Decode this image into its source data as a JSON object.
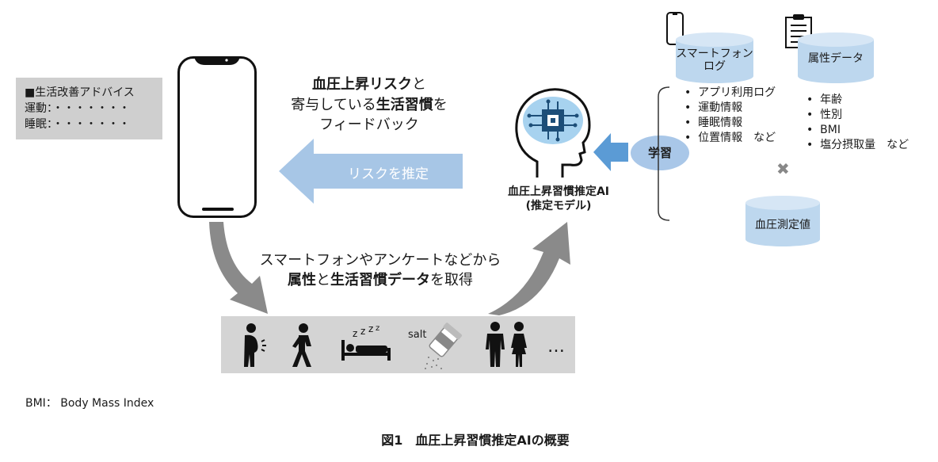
{
  "advice": {
    "title": "■生活改善アドバイス",
    "exercise": "運動：・・・・・・・",
    "sleep": "睡眠：・・・・・・・"
  },
  "feedback": {
    "line1_bold": "血圧上昇リスク",
    "line1_rest": "と",
    "line2_pre": "寄与している",
    "line2_bold": "生活習慣",
    "line2_post": "を",
    "line3": "フィードバック"
  },
  "risk_arrow_label": "リスクを推定",
  "ai_model": {
    "line1": "血圧上昇習慣推定AI",
    "line2": "(推定モデル)"
  },
  "learn_label": "学習",
  "smartphone_log": {
    "label_line1": "スマートフォン",
    "label_line2": "ログ",
    "items": [
      "アプリ利用ログ",
      "運動情報",
      "睡眠情報",
      "位置情報　など"
    ]
  },
  "attribute_data": {
    "label": "属性データ",
    "items": [
      "年齢",
      "性別",
      "BMI",
      "塩分摂取量　など"
    ]
  },
  "cross_symbol": "✖",
  "bp_measurement": {
    "label": "血圧測定値"
  },
  "collect": {
    "line1": "スマートフォンやアンケートなどから",
    "line2_bold1": "属性",
    "line2_mid": "と",
    "line2_bold2": "生活習慣データ",
    "line2_post": "を取得"
  },
  "icons": {
    "salt_label": "salt",
    "ellipsis": "…"
  },
  "bmi_note": "BMI：  Body Mass Index",
  "caption": "図1　血圧上昇習慣推定AIの概要",
  "colors": {
    "blue_arrow": "#a7c6e6",
    "dark_blue": "#5b9bd5",
    "cylinder": "#bdd7ee",
    "gray_arrow": "#8a8a8a"
  }
}
